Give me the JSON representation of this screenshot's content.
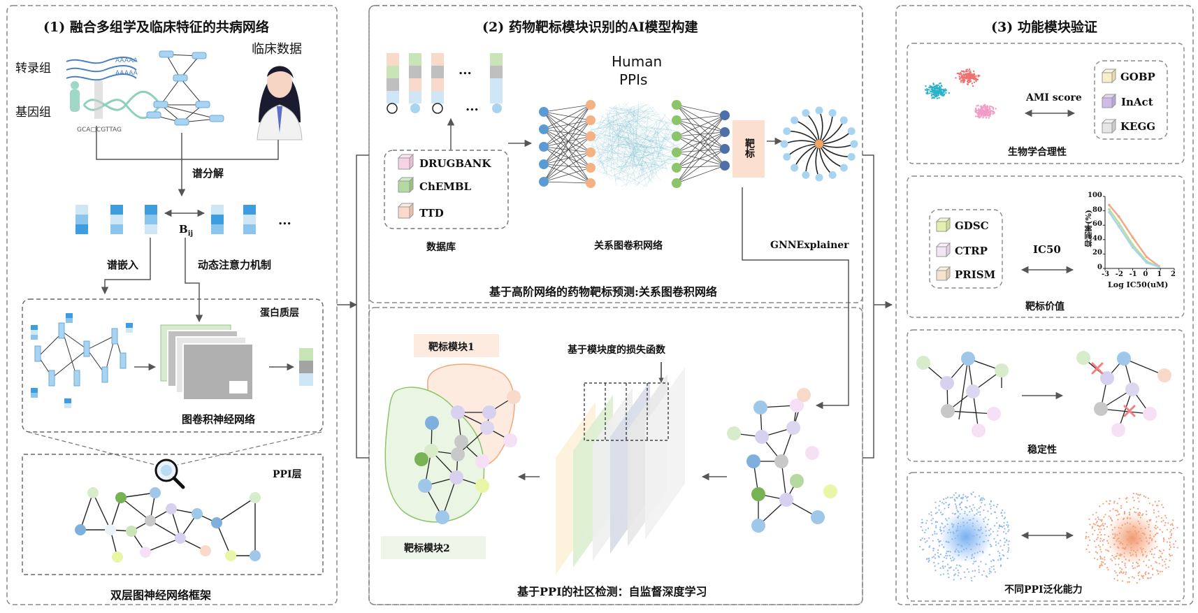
{
  "panel1": {
    "title": "(1) 融合多组学及临床特征的共病网络",
    "transcriptome": "转录组",
    "genome": "基因组",
    "clinical": "临床数据",
    "seq_a": "AAAAA",
    "seq_b": "AAAAA",
    "dna_seq": "GCA▢CGTTAG",
    "spectral_decomp": "谱分解",
    "bij": "B",
    "bij_sub": "ij",
    "ellipsis": "...",
    "spectral_embed": "谱嵌入",
    "dyn_attention": "动态注意力机制",
    "protein_layer": "蛋白质层",
    "gcn": "图卷积神经网络",
    "ppi_layer": "PPI层",
    "footer": "双层图神经网络框架"
  },
  "panel2": {
    "title": "(2) 药物靶标模块识别的AI模型构建",
    "human_ppis_1": "Human",
    "human_ppis_2": "PPIs",
    "ellipsis": "...",
    "databases": [
      "DRUGBANK",
      "ChEMBL",
      "TTD"
    ],
    "database_label": "数据库",
    "rgcn_label": "关系图卷积网络",
    "target_box": "靶标",
    "explainer": "GNNExplainer",
    "top_caption": "基于高阶网络的药物靶标预测:关系图卷积网络",
    "module1": "靶标模块1",
    "module2": "靶标模块2",
    "loss_label": "基于模块度的损失函数",
    "bottom_caption": "基于PPI的社区检测：自监督深度学习"
  },
  "panel3": {
    "title": "(3) 功能模块验证",
    "ami_score": "AMI score",
    "annot_sets": [
      "GOBP",
      "InAct",
      "KEGG"
    ],
    "bio_label": "生物学合理性",
    "drug_sets": [
      "GDSC",
      "CTRP",
      "PRISM"
    ],
    "ic50": "IC50",
    "target_value": "靶标价值",
    "stability": "稳定性",
    "generalization": "不同PPI泛化能力",
    "ic50_chart": {
      "ylabel": "抑制率(%)",
      "xlabel": "Log IC50(uM)",
      "yticks": [
        "100",
        "80",
        "60",
        "40",
        "20",
        "0"
      ],
      "xticks": [
        "-3",
        "-2",
        "-1",
        "0",
        "1",
        "2"
      ]
    }
  },
  "chart_data": {
    "type": "line",
    "title": "",
    "xlabel": "Log IC50(uM)",
    "ylabel": "抑制率(%)",
    "xlim": [
      -3,
      2
    ],
    "ylim": [
      0,
      100
    ],
    "series": [
      {
        "x": [
          -2.7,
          -2.0,
          -1.0,
          0.0,
          0.9
        ],
        "values": [
          88,
          72,
          43,
          16,
          3
        ],
        "color": "#f4a582"
      },
      {
        "x": [
          -2.7,
          -2.0,
          -1.0,
          0.0,
          0.9
        ],
        "values": [
          82,
          63,
          33,
          10,
          2
        ],
        "color": "#b8dd9b"
      },
      {
        "x": [
          -2.7,
          -2.0,
          -1.0,
          0.0,
          0.9
        ],
        "values": [
          78,
          58,
          29,
          8,
          2
        ],
        "color": "#a6d3ee"
      }
    ]
  },
  "colors": {
    "blue": "#3f9de0",
    "lightblue": "#b9dcf3",
    "green": "#8cc46b",
    "lightgreen": "#c9e4b6",
    "orange": "#f4b183",
    "lavender": "#cfc8e8",
    "gray": "#c8c8c8",
    "dash": "#777777"
  }
}
